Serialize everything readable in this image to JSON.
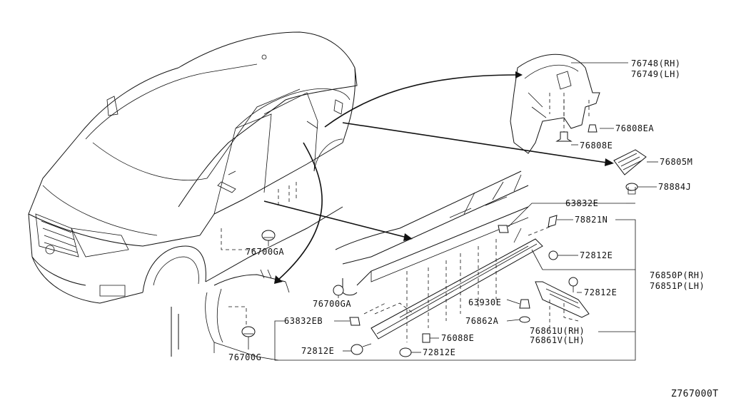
{
  "labels": {
    "p76748": "76748(RH)",
    "p76749": "76749(LH)",
    "p76808EA": "76808EA",
    "p76808E": "76808E",
    "p76805M": "76805M",
    "p78884J": "78884J",
    "p63832E": "63832E",
    "p78821N": "78821N",
    "p72812E_a": "72812E",
    "p76850P": "76850P(RH)",
    "p76851P": "76851P(LH)",
    "p72812E_b": "72812E",
    "p63930E": "63930E",
    "p76862A": "76862A",
    "p76861U": "76861U(RH)",
    "p76861V": "76861V(LH)",
    "p76088E": "76088E",
    "p63832EB": "63832EB",
    "p72812E_c": "72812E",
    "p72812E_d": "72812E",
    "p76700GA_a": "76700GA",
    "p76700GA_b": "76700GA",
    "p76700G": "76700G",
    "diagram_code": "Z767000T"
  }
}
